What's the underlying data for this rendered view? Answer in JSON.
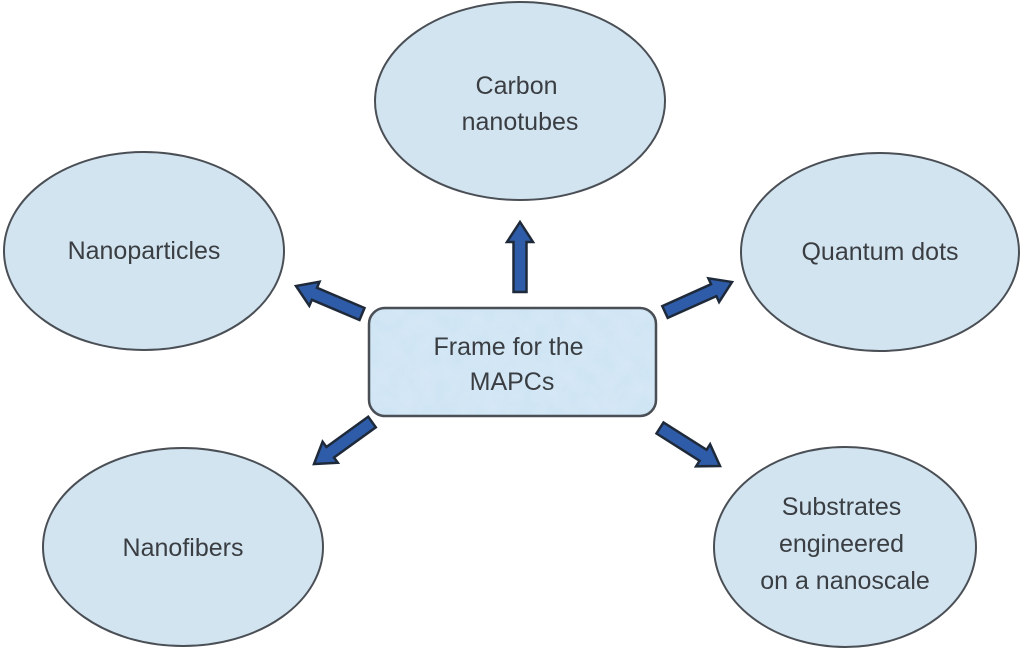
{
  "diagram": {
    "center": {
      "lines": [
        "Frame for the",
        "MAPCs"
      ]
    },
    "nodes": [
      {
        "id": "carbon-nanotubes",
        "lines": [
          "Carbon",
          "nanotubes"
        ]
      },
      {
        "id": "nanoparticles",
        "lines": [
          "Nanoparticles"
        ]
      },
      {
        "id": "quantum-dots",
        "lines": [
          "Quantum dots"
        ]
      },
      {
        "id": "nanofibers",
        "lines": [
          "Nanofibers"
        ]
      },
      {
        "id": "substrates-engineered",
        "lines": [
          "Substrates",
          "engineered",
          "on a nanoscale"
        ]
      }
    ],
    "edges": [
      {
        "from": "center",
        "to": "carbon-nanotubes",
        "direction": "up"
      },
      {
        "from": "center",
        "to": "nanoparticles",
        "direction": "up-left"
      },
      {
        "from": "center",
        "to": "quantum-dots",
        "direction": "up-right"
      },
      {
        "from": "center",
        "to": "nanofibers",
        "direction": "down-left"
      },
      {
        "from": "center",
        "to": "substrates-engineered",
        "direction": "down-right"
      }
    ],
    "colors": {
      "node_fill": "#d3e4f1",
      "node_stroke": "#4a4f55",
      "center_fill": "#cde3f3",
      "arrow_fill": "#2f5ca8",
      "arrow_stroke": "#1e2a3a",
      "text": "#3a3e42"
    }
  }
}
